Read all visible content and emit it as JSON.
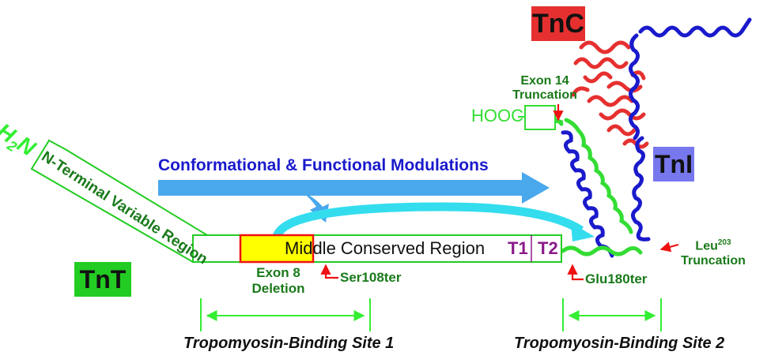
{
  "protein_labels": {
    "tnc": "TnC",
    "tni": "TnI",
    "tnt": "TnT"
  },
  "termini": {
    "n_terminus_h": "H",
    "n_terminus_sub": "2",
    "n_terminus_n": "N",
    "c_terminus": "HOOC"
  },
  "regions": {
    "n_terminal": "N-Terminal Variable Region",
    "middle": "Middle Conserved Region",
    "t1": "T1",
    "t2": "T2"
  },
  "annotations": {
    "modulation": "Conformational & Functional Modulations",
    "exon14_line1": "Exon 14",
    "exon14_line2": "Truncation",
    "exon8_line1": "Exon 8",
    "exon8_line2": "Deletion",
    "ser108": "Ser108ter",
    "glu180": "Glu180ter",
    "leu203_base": "Leu",
    "leu203_sup": "203",
    "leu203_line2": "Truncation"
  },
  "binding_sites": {
    "site1": "Tropomyosin-Binding Site 1",
    "site2": "Tropomyosin-Binding Site 2"
  },
  "colors": {
    "tnt_green": "#22cc22",
    "tnt_bright": "#33ee33",
    "dark_green_text": "#1a7a1a",
    "tnc_red": "#e63030",
    "tni_blue": "#1a1acc",
    "tni_label_bg": "#7777ee",
    "exon8_fill": "#ffff00",
    "arrow_blue": "#4aa8ec",
    "arrow_cyan": "#33ddee",
    "mutation_red": "#ee1111",
    "t_purple": "#8a1a8a"
  }
}
